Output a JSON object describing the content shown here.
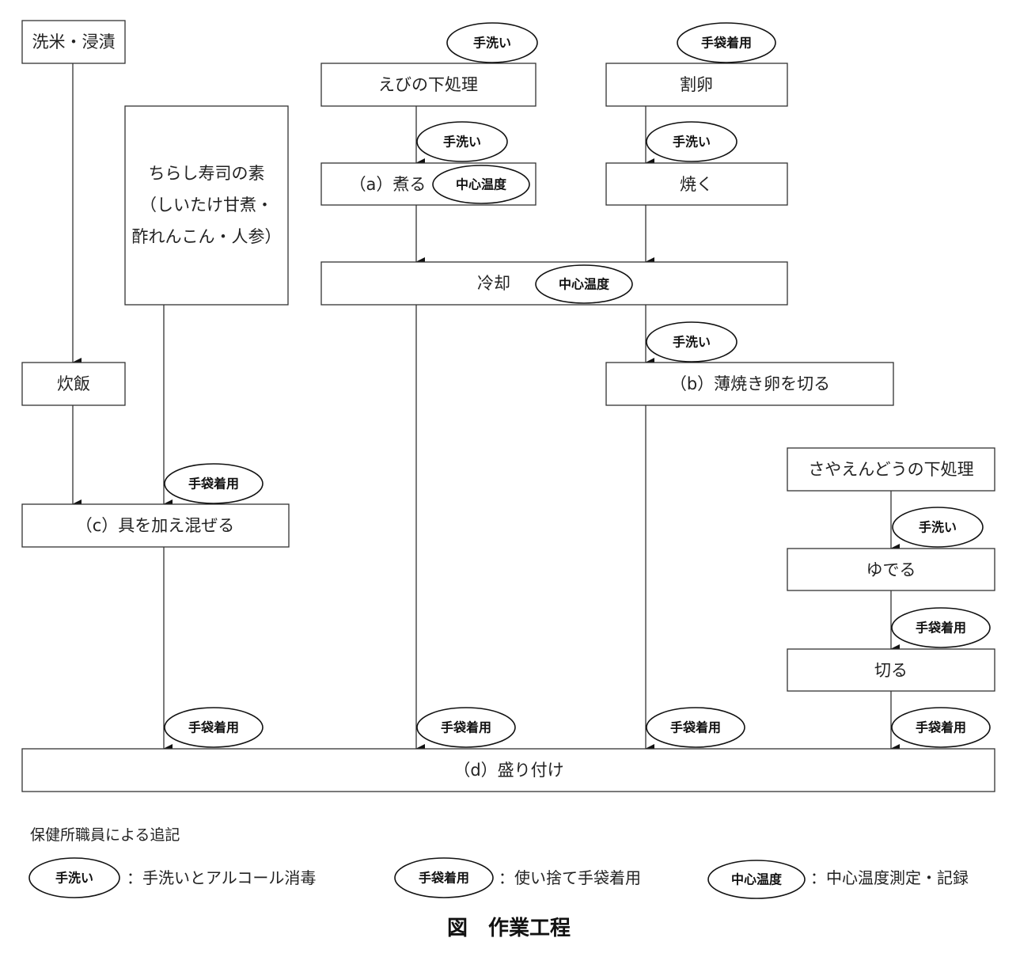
{
  "figure": {
    "caption": "図　作業工程",
    "note": "保健所職員による追記"
  },
  "steps": {
    "rice_wash": "洗米・浸漬",
    "sushi_base": [
      "ちらし寿司の素",
      "（しいたけ甘煮・",
      "酢れんこん・人参）"
    ],
    "cook_rice": "炊飯",
    "mix": "（c）具を加え混ぜる",
    "shrimp_prep": "えびの下処理",
    "boil": "（a）煮る",
    "crack_egg": "割卵",
    "bake": "焼く",
    "cool": "冷却",
    "cut_egg": "（b）薄焼き卵を切る",
    "snowpea_prep": "さやえんどうの下処理",
    "snowpea_boil": "ゆでる",
    "snowpea_cut": "切る",
    "plate": "（d）盛り付け"
  },
  "markers": {
    "handwash": "手洗い",
    "gloves": "手袋着用",
    "core_temp": "中心温度"
  },
  "legend": [
    {
      "marker": "手洗い",
      "description": "：手洗いとアルコール消毒"
    },
    {
      "marker": "手袋着用",
      "description": "：使い捨て手袋着用"
    },
    {
      "marker": "中心温度",
      "description": "：中心温度測定・記録"
    }
  ]
}
